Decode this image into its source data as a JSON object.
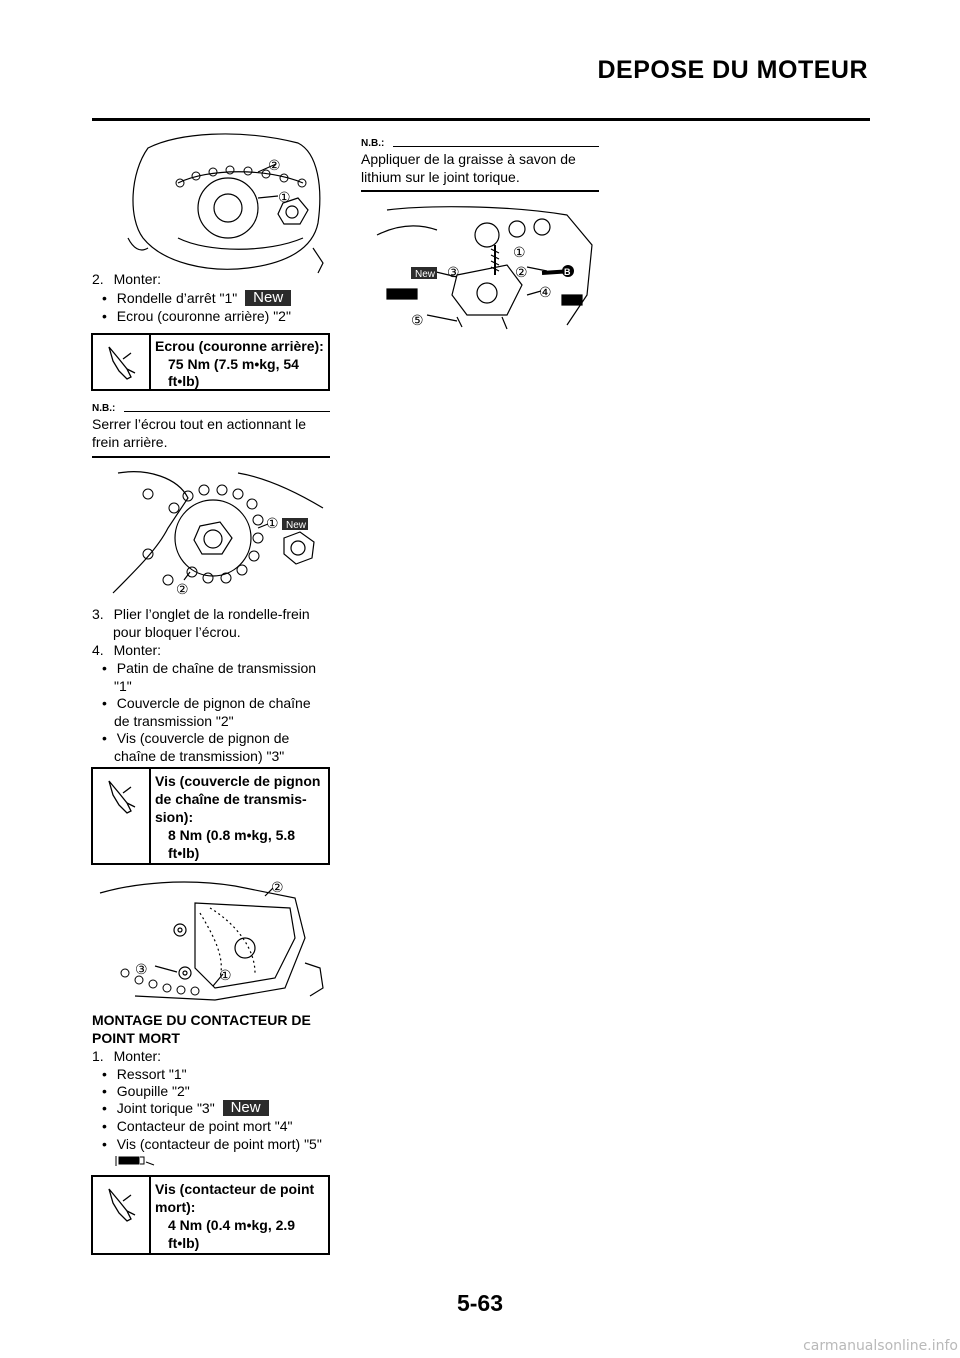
{
  "header": {
    "title": "DEPOSE DU MOTEUR"
  },
  "badge_new": "New",
  "fig1": {
    "callouts": [
      "②",
      "①"
    ]
  },
  "step2": {
    "number": "2.",
    "label": "Monter:",
    "items": [
      "Rondelle d’arrêt \"1\"",
      "Ecrou (couronne arrière) \"2\""
    ]
  },
  "torque1": {
    "title": "Ecrou (couronne arrière):",
    "lines": [
      "75 Nm (7.5 m•kg, 54",
      "ft•lb)"
    ]
  },
  "nb1": {
    "label": "N.B.:",
    "lines": [
      "Serrer l’écrou tout en actionnant le",
      "frein arrière."
    ]
  },
  "fig2": {
    "callouts": [
      "①",
      "②"
    ]
  },
  "step3": {
    "number": "3.",
    "lines": [
      "Plier l’onglet de la rondelle-frein",
      "pour bloquer l’écrou."
    ]
  },
  "step4": {
    "number": "4.",
    "label": "Monter:",
    "items": [
      [
        "Patin de chaîne de transmission",
        "\"1\""
      ],
      [
        "Couvercle de pignon de chaîne",
        "de transmission \"2\""
      ],
      [
        "Vis (couvercle de pignon de",
        "chaîne de transmission) \"3\""
      ]
    ]
  },
  "torque2": {
    "title_lines": [
      "Vis (couvercle de pignon",
      "de chaîne de transmis-",
      "sion):"
    ],
    "lines": [
      "8 Nm (0.8 m•kg, 5.8",
      "ft•lb)"
    ]
  },
  "fig3": {
    "callouts": [
      "②",
      "③",
      "①"
    ]
  },
  "section": {
    "title_lines": [
      "MONTAGE DU CONTACTEUR DE",
      "POINT MORT"
    ]
  },
  "step1b": {
    "number": "1.",
    "label": "Monter:",
    "items": [
      "Ressort \"1\"",
      "Goupille \"2\"",
      "Joint torique \"3\"",
      "Contacteur de point mort \"4\"",
      "Vis (contacteur de point mort) \"5\""
    ]
  },
  "torque3": {
    "title_lines": [
      "Vis (contacteur de point",
      "mort):"
    ],
    "lines": [
      "4 Nm (0.4 m•kg, 2.9",
      "ft•lb)"
    ]
  },
  "nb2": {
    "label": "N.B.:",
    "lines": [
      "Appliquer de la graisse à savon de",
      "lithium sur le joint torique."
    ]
  },
  "fig4": {
    "callouts": [
      "③",
      "①",
      "②",
      "④",
      "⑤"
    ],
    "grease_mark": "B"
  },
  "page_number": "5-63",
  "footer": "carmanualsonline.info"
}
